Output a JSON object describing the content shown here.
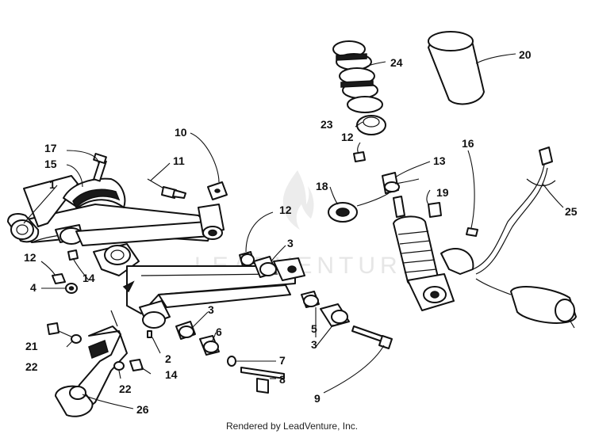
{
  "watermark": {
    "text": "LEADVENTURE"
  },
  "footer": {
    "text": "Rendered by LeadVenture, Inc."
  },
  "callouts": [
    {
      "id": "c1",
      "label": "1"
    },
    {
      "id": "c2",
      "label": "2"
    },
    {
      "id": "c3a",
      "label": "3"
    },
    {
      "id": "c3b",
      "label": "3"
    },
    {
      "id": "c3c",
      "label": "3"
    },
    {
      "id": "c4",
      "label": "4"
    },
    {
      "id": "c5",
      "label": "5"
    },
    {
      "id": "c6",
      "label": "6"
    },
    {
      "id": "c7",
      "label": "7"
    },
    {
      "id": "c8",
      "label": "8"
    },
    {
      "id": "c9",
      "label": "9"
    },
    {
      "id": "c10",
      "label": "10"
    },
    {
      "id": "c11",
      "label": "11"
    },
    {
      "id": "c12a",
      "label": "12"
    },
    {
      "id": "c12b",
      "label": "12"
    },
    {
      "id": "c12c",
      "label": "12"
    },
    {
      "id": "c13",
      "label": "13"
    },
    {
      "id": "c14a",
      "label": "14"
    },
    {
      "id": "c14b",
      "label": "14"
    },
    {
      "id": "c15",
      "label": "15"
    },
    {
      "id": "c16",
      "label": "16"
    },
    {
      "id": "c17",
      "label": "17"
    },
    {
      "id": "c18",
      "label": "18"
    },
    {
      "id": "c19",
      "label": "19"
    },
    {
      "id": "c20",
      "label": "20"
    },
    {
      "id": "c21",
      "label": "21"
    },
    {
      "id": "c22a",
      "label": "22"
    },
    {
      "id": "c22b",
      "label": "22"
    },
    {
      "id": "c23",
      "label": "23"
    },
    {
      "id": "c24",
      "label": "24"
    },
    {
      "id": "c25",
      "label": "25"
    },
    {
      "id": "c26",
      "label": "26"
    }
  ]
}
